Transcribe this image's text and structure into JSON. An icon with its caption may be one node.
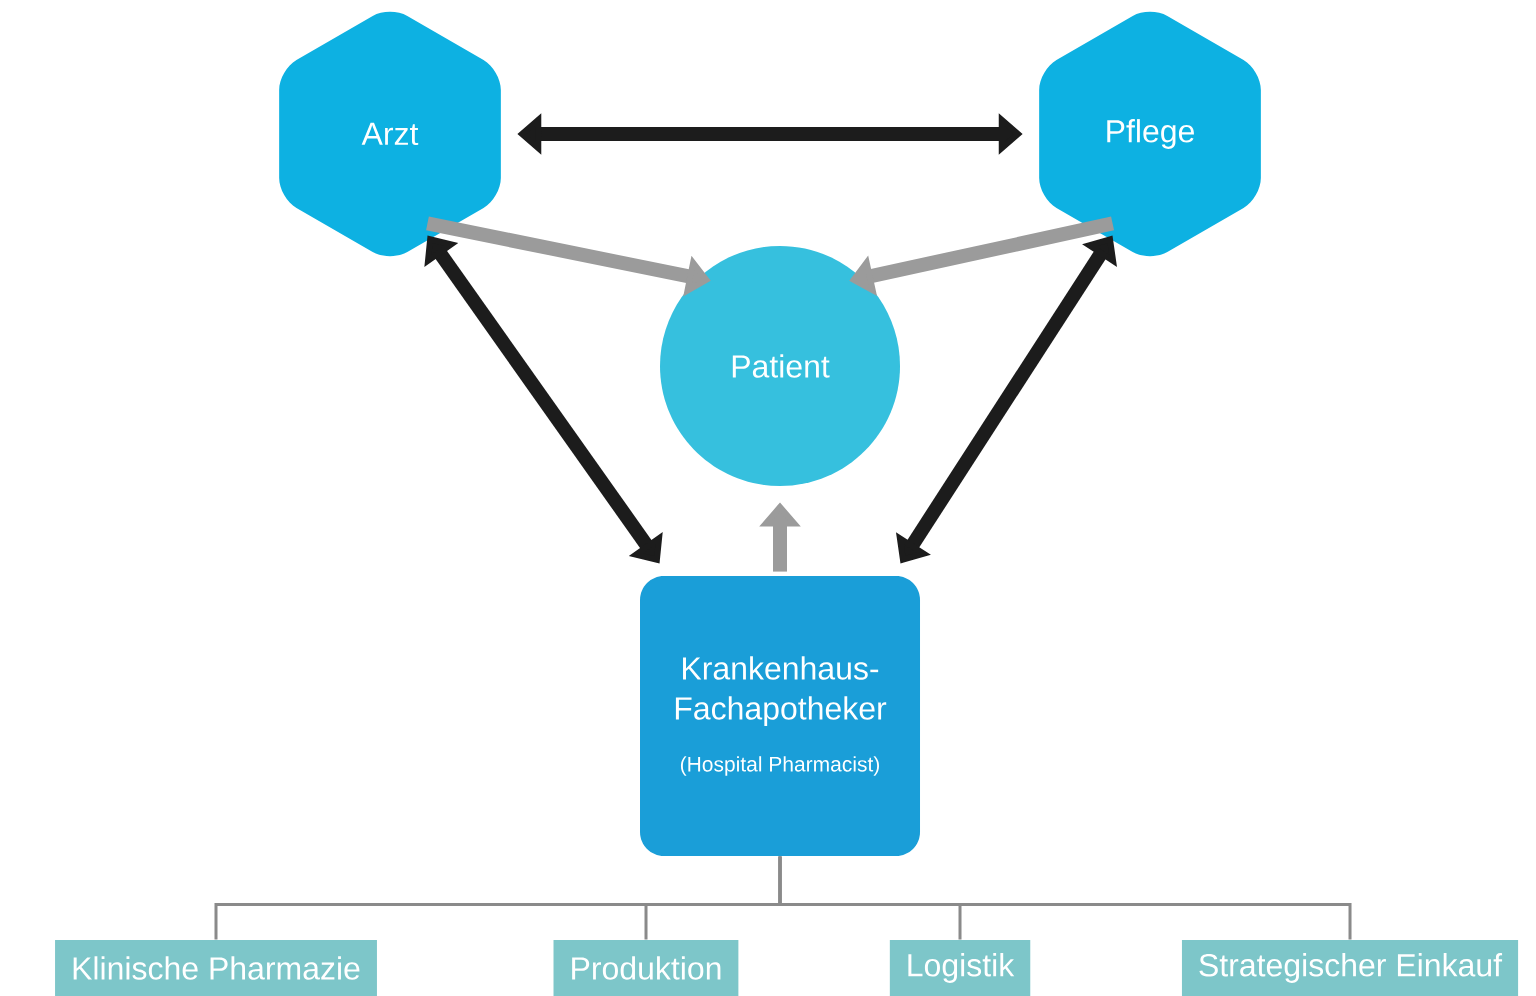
{
  "diagram": {
    "nodes": [
      {
        "text": [
          "Arzt"
        ]
      },
      {
        "text": [
          "Pflege"
        ]
      },
      {
        "text": [
          "Patient"
        ]
      },
      {
        "text": [
          "Krankenhaus- Fachapotheker",
          "(Hospital Pharmacist)"
        ]
      },
      {
        "text": [
          "Klinische Pharmazie"
        ]
      },
      {
        "text": [
          "Produktion"
        ]
      },
      {
        "text": [
          "Logistik"
        ]
      },
      {
        "text": [
          "Strategischer Einkauf"
        ]
      }
    ],
    "edges": [
      {
        "from": 0,
        "to": 1,
        "arrow": "both",
        "color": "#1c1c1c"
      },
      {
        "from": 0,
        "to": 2,
        "arrow": "to",
        "color": "#9b9b9b"
      },
      {
        "from": 1,
        "to": 2,
        "arrow": "to",
        "color": "#9b9b9b"
      },
      {
        "from": 0,
        "to": 3,
        "arrow": "both",
        "color": "#1c1c1c"
      },
      {
        "from": 1,
        "to": 3,
        "arrow": "both",
        "color": "#1c1c1c"
      },
      {
        "from": 3,
        "to": 2,
        "arrow": "to",
        "color": "#9b9b9b"
      },
      {
        "from": 3,
        "to": 4,
        "arrow": "none"
      },
      {
        "from": 3,
        "to": 5,
        "arrow": "none"
      },
      {
        "from": 3,
        "to": 6,
        "arrow": "none"
      },
      {
        "from": 3,
        "to": 7,
        "arrow": "none"
      }
    ]
  }
}
